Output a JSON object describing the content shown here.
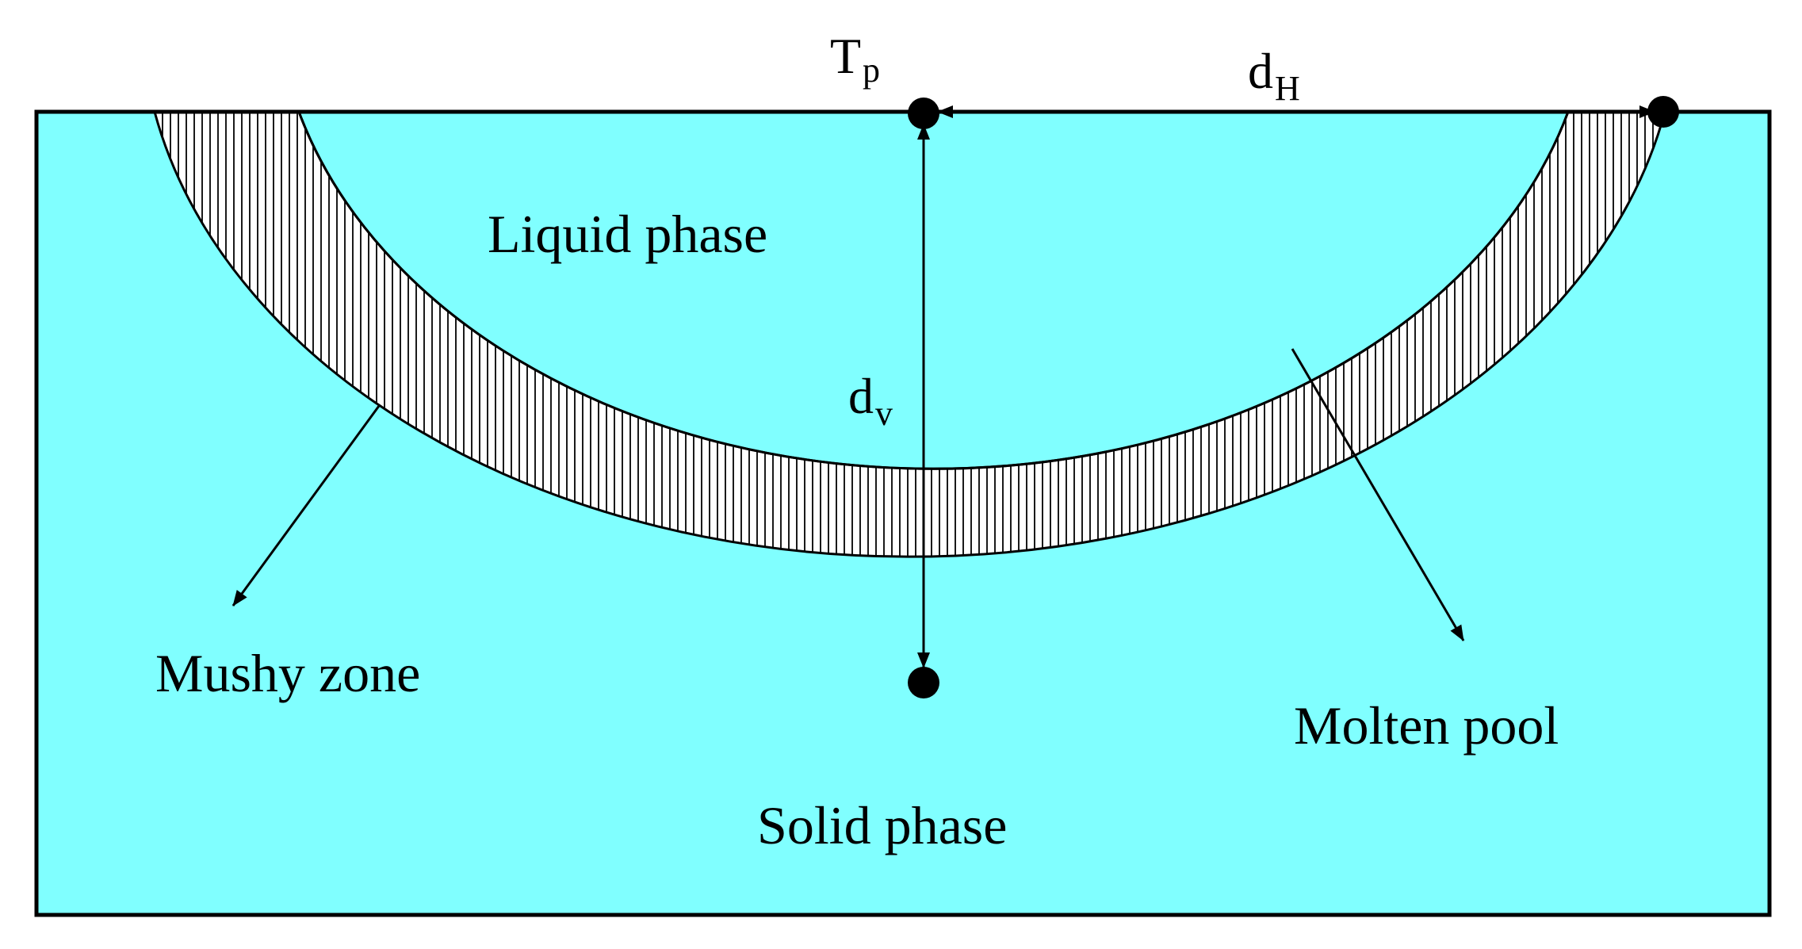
{
  "colors": {
    "background": "#80ffff",
    "stroke": "#000000",
    "hatch_fill": "#ffffff",
    "hatch_line": "#000000"
  },
  "labels": {
    "liquid_phase": "Liquid phase",
    "mushy_zone": "Mushy zone",
    "molten_pool": "Molten pool",
    "solid_phase": "Solid phase"
  },
  "symbols": {
    "tp": {
      "base": "T",
      "sub": "p"
    },
    "dh": {
      "base": "d",
      "sub": "H"
    },
    "dv": {
      "base": "d",
      "sub": "v"
    }
  }
}
